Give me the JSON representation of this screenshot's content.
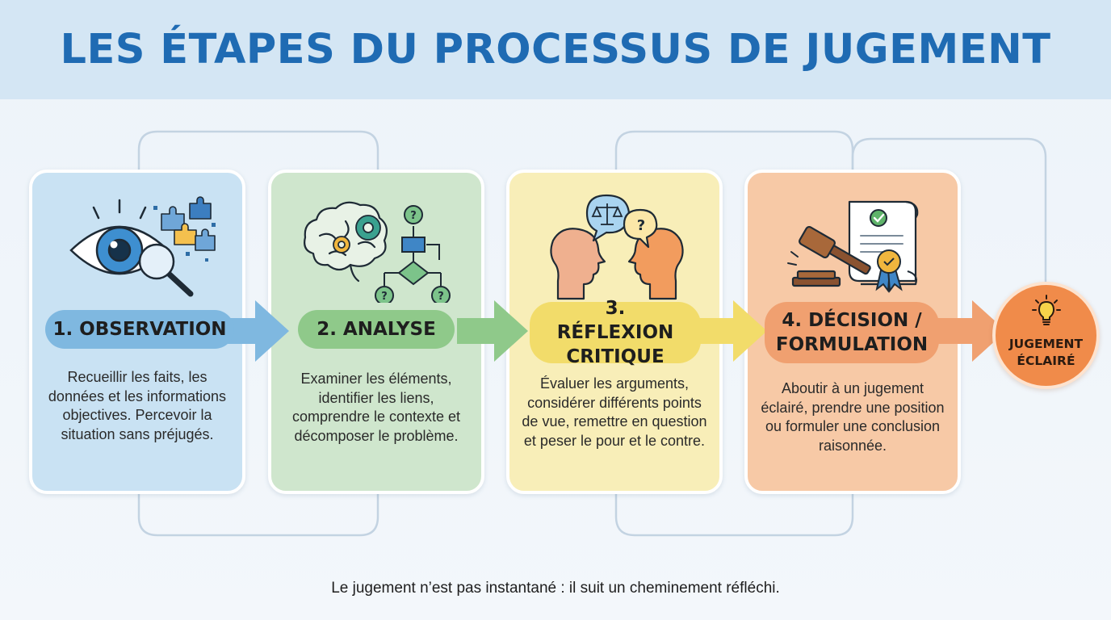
{
  "title": "LES ÉTAPES DU PROCESSUS DE JUGEMENT",
  "steps": [
    {
      "label": "1. OBSERVATION",
      "description": "Recueillir les faits, les données et les informations objectives. Percevoir la situation sans préjugés.",
      "color": "#7fb8e0",
      "card_color": "#c9e2f3"
    },
    {
      "label": "2. ANALYSE",
      "description": "Examiner les éléments, identifier les liens, comprendre le contexte et décomposer le problème.",
      "color": "#8fc98a",
      "card_color": "#cfe6cd"
    },
    {
      "label": "3. RÉFLEXION CRITIQUE",
      "description": "Évaluer les arguments, considérer différents points de vue, remettre en question et peser le pour et le contre.",
      "color": "#f2dc6a",
      "card_color": "#f8eeb8"
    },
    {
      "label": "4. DÉCISION / FORMULATION",
      "description": "Aboutir à un jugement éclairé, prendre une position ou formuler une conclusion raisonnée.",
      "color": "#f0a070",
      "card_color": "#f7c9a6"
    }
  ],
  "final": {
    "label": "JUGEMENT ÉCLAIRÉ",
    "color": "#f08b4a"
  },
  "footer": "Le jugement n’est pas instantané : il suit un cheminement réfléchi."
}
